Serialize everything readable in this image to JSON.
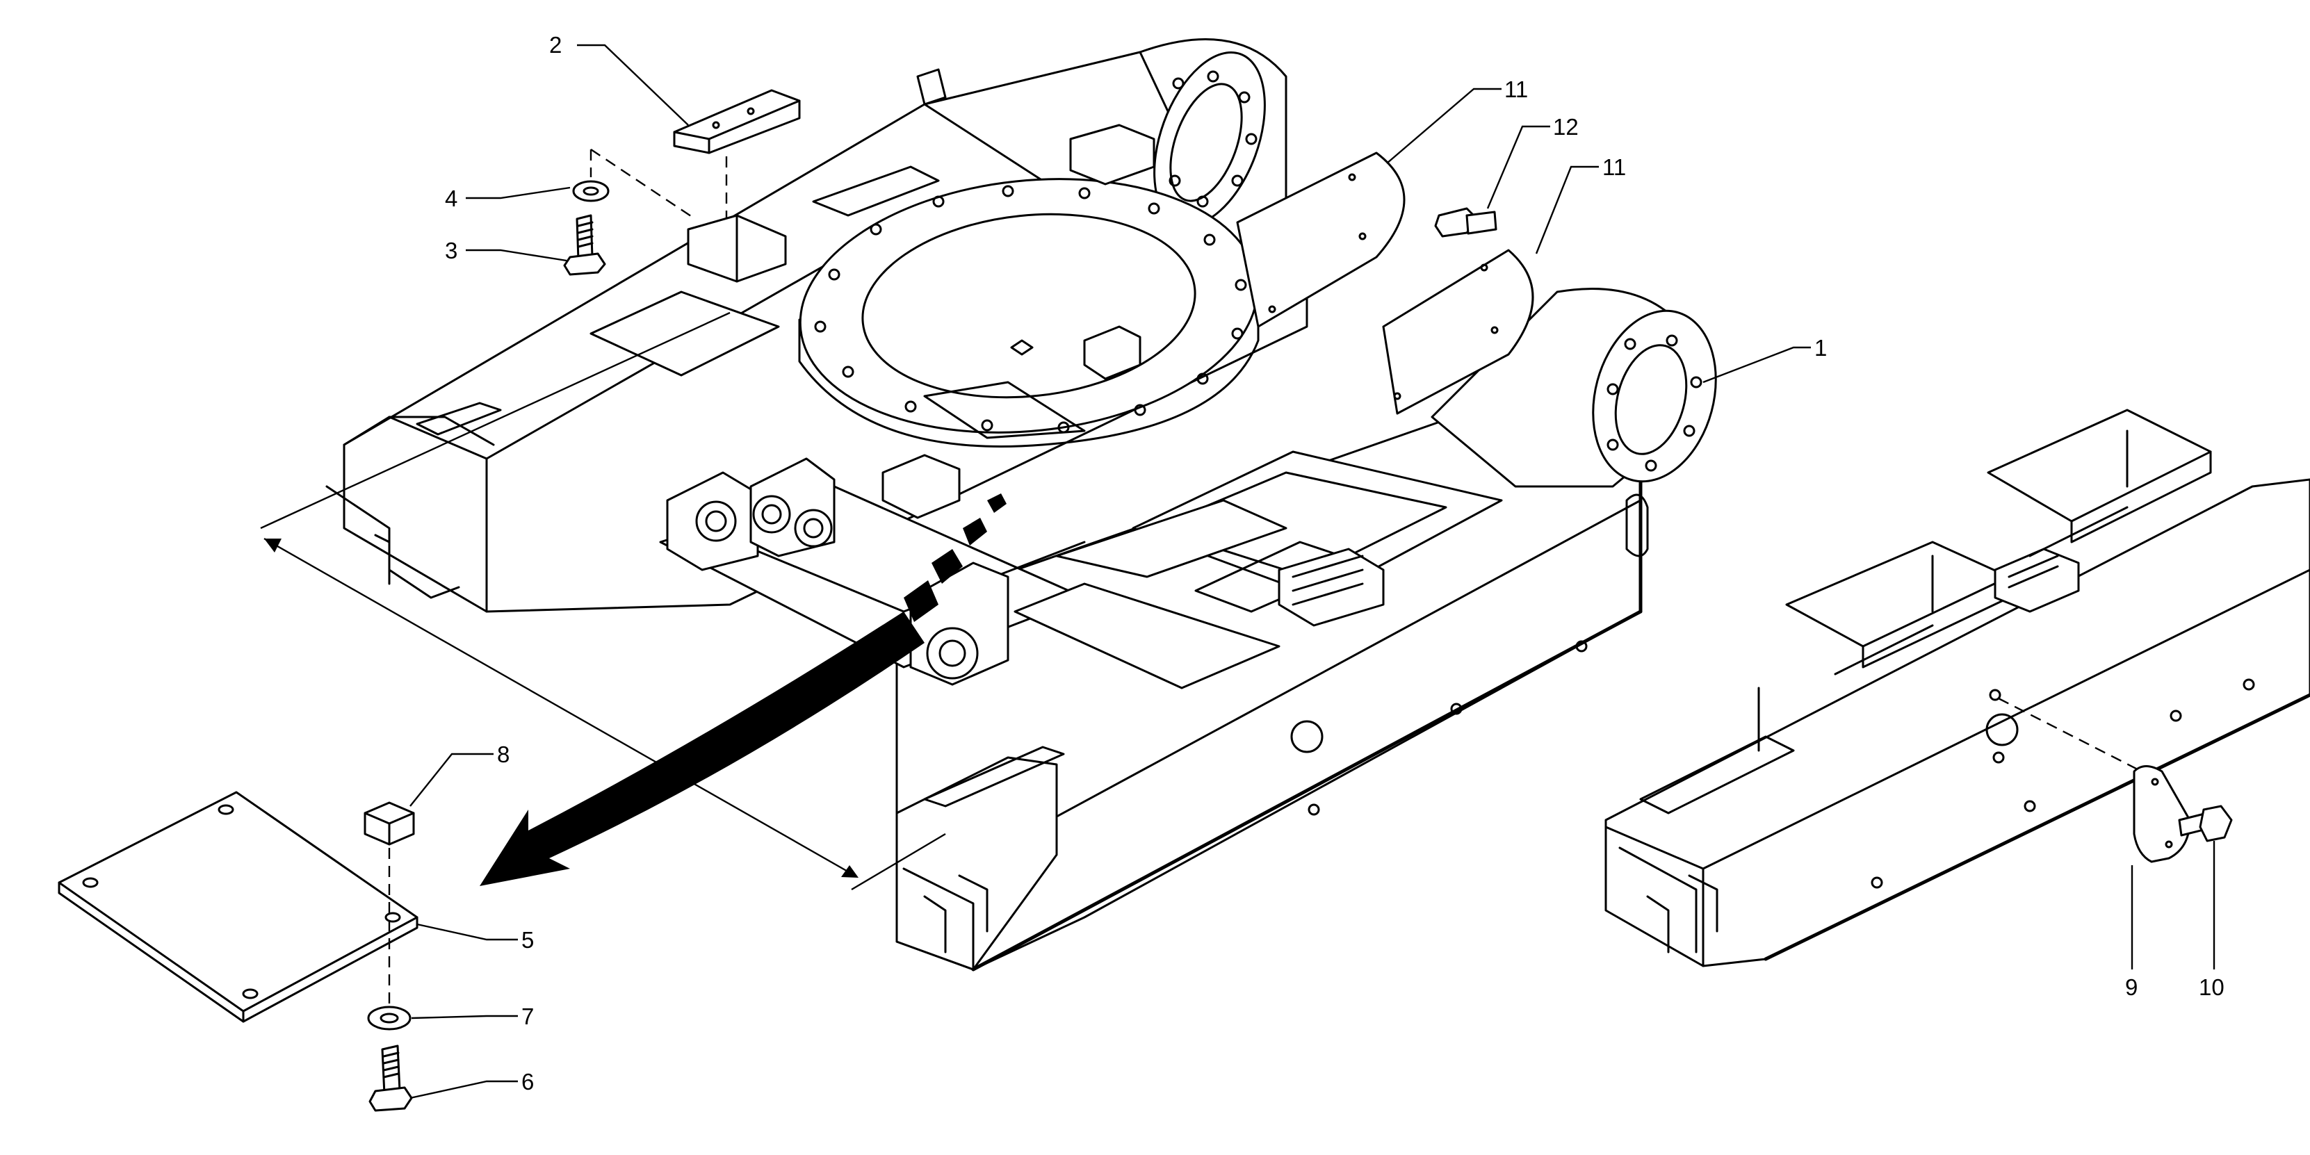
{
  "callouts": {
    "c1": "1",
    "c2": "2",
    "c3": "3",
    "c4": "4",
    "c5": "5",
    "c6": "6",
    "c7": "7",
    "c8": "8",
    "c9": "9",
    "c10": "10",
    "c11a": "11",
    "c11b": "11",
    "c12": "12"
  },
  "colors": {
    "line": "#000000",
    "background": "#ffffff"
  }
}
